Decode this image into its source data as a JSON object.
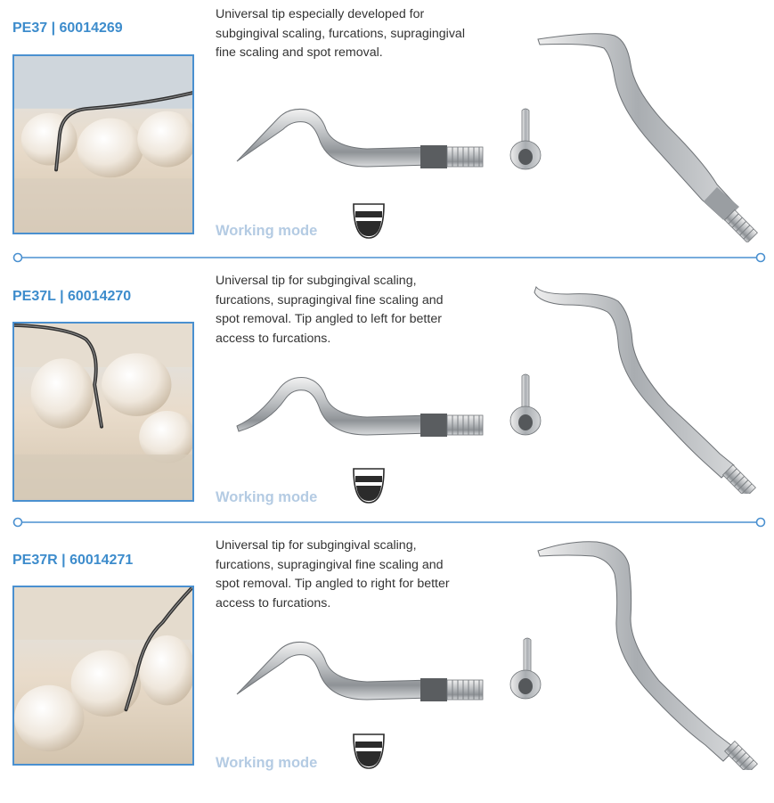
{
  "products": [
    {
      "code": "PE37 | 60014269",
      "description_lines": [
        "Universal tip especially developed for",
        "subgingival scaling, furcations, supragingival",
        "fine scaling and spot removal."
      ],
      "working_mode_label": "Working mode",
      "photo": "tooth-photo-straight"
    },
    {
      "code": "PE37L | 60014270",
      "description_lines": [
        "Universal tip for subgingival scaling,",
        "furcations, supragingival fine scaling and",
        "spot removal. Tip angled to left for better",
        "access to furcations."
      ],
      "working_mode_label": "Working mode",
      "photo": "tooth-photo-left"
    },
    {
      "code": "PE37R | 60014271",
      "description_lines": [
        "Universal tip for subgingival scaling,",
        "furcations, supragingival fine scaling and",
        "spot removal. Tip angled to right for better",
        "access to furcations."
      ],
      "working_mode_label": "Working mode",
      "photo": "tooth-photo-right"
    }
  ],
  "colors": {
    "code_blue": "#3d8ccc",
    "divider_blue": "#4a90d0",
    "working_mode_light_blue": "#b4cbe3"
  },
  "icons": [
    "working-mode-icon",
    "divider-circle-icon"
  ]
}
